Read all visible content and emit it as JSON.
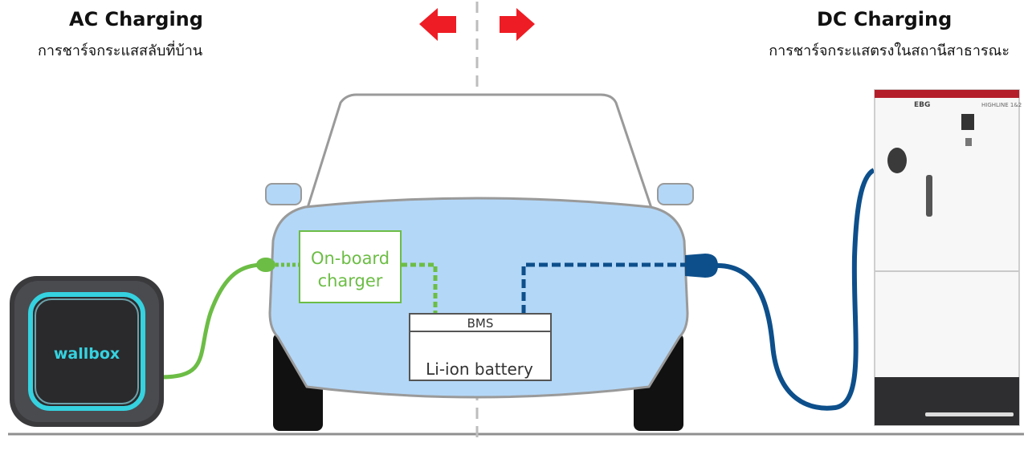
{
  "left_panel": {
    "title": "AC Charging",
    "subtitle": "การชาร์จกระแสสลับที่บ้าน"
  },
  "right_panel": {
    "title": "DC Charging",
    "subtitle": "การชาร์จกระแสตรงในสถานีสาธารณะ"
  },
  "car": {
    "onboard_charger_line1": "On-board",
    "onboard_charger_line2": "charger",
    "bms_label": "BMS",
    "battery_label": "Li-ion battery"
  },
  "wallbox": {
    "brand": "wallbox"
  },
  "dc_station": {
    "brand": "EBG",
    "model": "HIGHLINE 1&2"
  },
  "colors": {
    "ac_line": "#6cbd45",
    "dc_line": "#0d4f8b",
    "car_body": "#b3d7f7",
    "arrow": "#ee1c24",
    "wallbox_glow": "#35d2e0"
  }
}
